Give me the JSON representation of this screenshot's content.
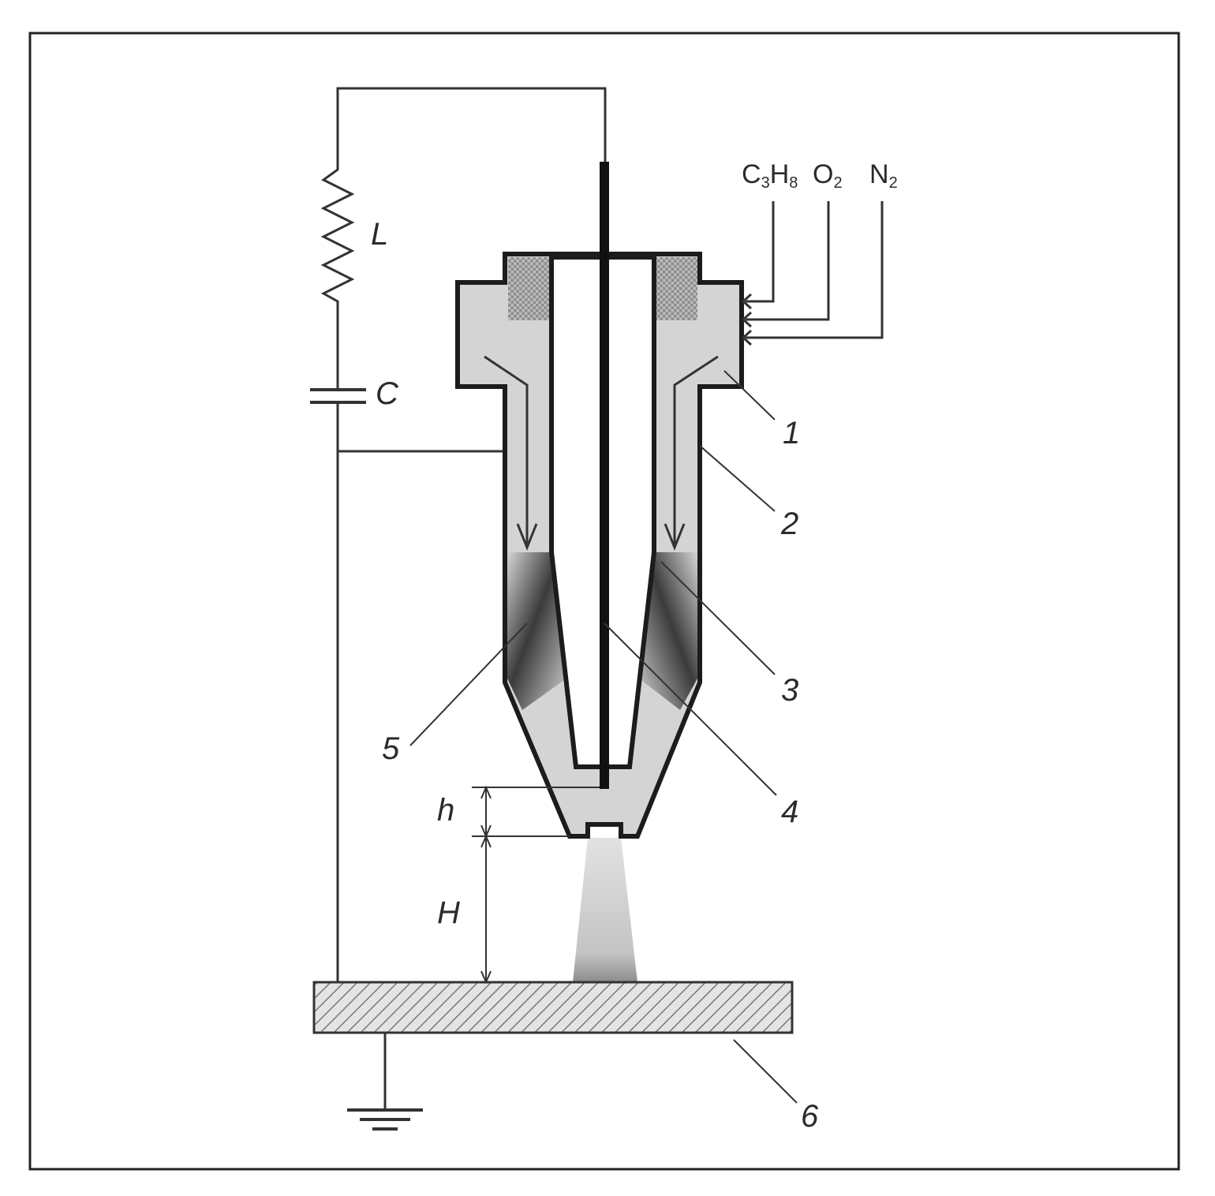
{
  "labels": {
    "inductor": "L",
    "capacitor": "C",
    "part1": "1",
    "part2": "2",
    "part3": "3",
    "part4": "4",
    "part5": "5",
    "part6": "6",
    "gap_small": "h",
    "gap_large": "H"
  },
  "gases": {
    "propane_main": "C",
    "propane_sub1": "3",
    "propane_h": "H",
    "propane_sub2": "8",
    "oxygen_main": "O",
    "oxygen_sub": "2",
    "nitrogen_main": "N",
    "nitrogen_sub": "2"
  },
  "colors": {
    "gas_fill": "#d4d4d4",
    "line": "#1c1c1c",
    "plume": "#cfcfcf"
  }
}
